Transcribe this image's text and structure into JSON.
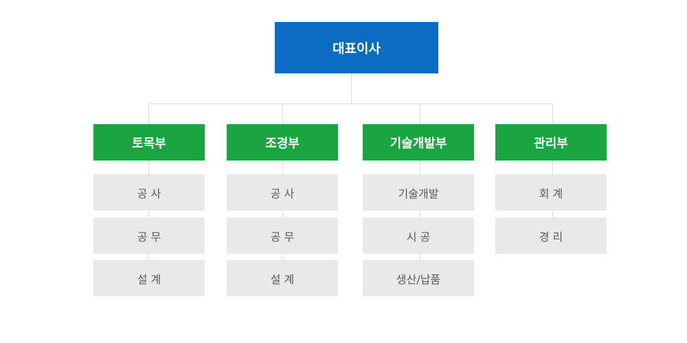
{
  "colors": {
    "ceo_bg": "#0b6cc4",
    "dept_bg": "#19a540",
    "sub_bg": "#e9e9e9",
    "connector": "#dcdcdc"
  },
  "ceo": {
    "label": "대표이사"
  },
  "departments": [
    {
      "label": "토목부",
      "teams": [
        "공 사",
        "공 무",
        "설 계"
      ]
    },
    {
      "label": "조경부",
      "teams": [
        "공 사",
        "공 무",
        "설 계"
      ]
    },
    {
      "label": "기술개발부",
      "teams": [
        "기술개발",
        "시 공",
        "생산/납품"
      ]
    },
    {
      "label": "관리부",
      "teams": [
        "회 계",
        "경 리"
      ]
    }
  ]
}
